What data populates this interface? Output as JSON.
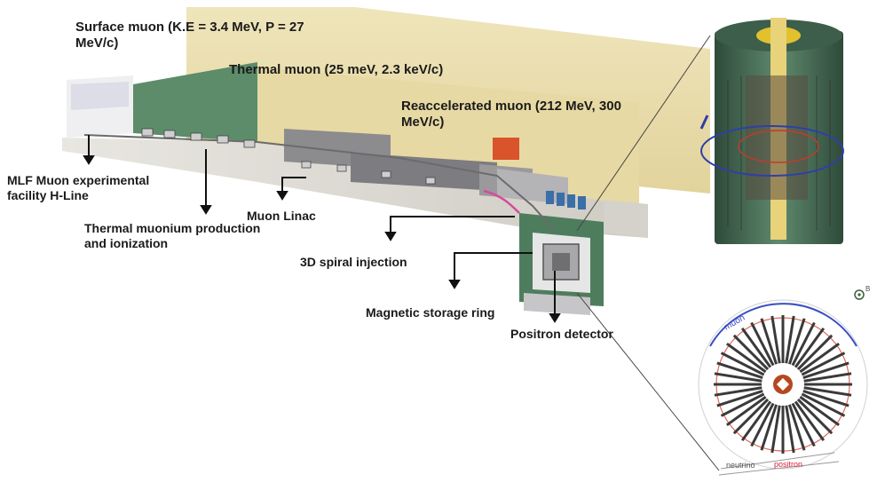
{
  "labels": {
    "surface_muon": "Surface muon (K.E = 3.4 MeV, P = 27 MeV/c)",
    "thermal_muon": "Thermal muon (25 meV, 2.3 keV/c)",
    "reaccelerated_muon": "Reaccelerated muon (212 MeV, 300 MeV/c)",
    "mlf_facility": "MLF Muon experimental facility H-Line",
    "thermal_muonium": "Thermal muonium production and ionization",
    "muon_linac": "Muon Linac",
    "spiral_injection": "3D spiral injection",
    "storage_ring": "Magnetic storage ring",
    "positron_detector": "Positron detector"
  },
  "detector_view": {
    "muon_label": "muon",
    "neutrino_label": "neutrino",
    "positron_label": "positron",
    "field_symbol": "B"
  },
  "colors": {
    "building_wall": "#e9dcaa",
    "building_shadow": "#cdbf8c",
    "floor": "#d9d6cf",
    "green_structure": "#4c7a5c",
    "beamline": "#c8c8c8",
    "accent_red": "#d9542a",
    "accent_blue": "#2f3fa8",
    "text": "#1a1a1a"
  }
}
